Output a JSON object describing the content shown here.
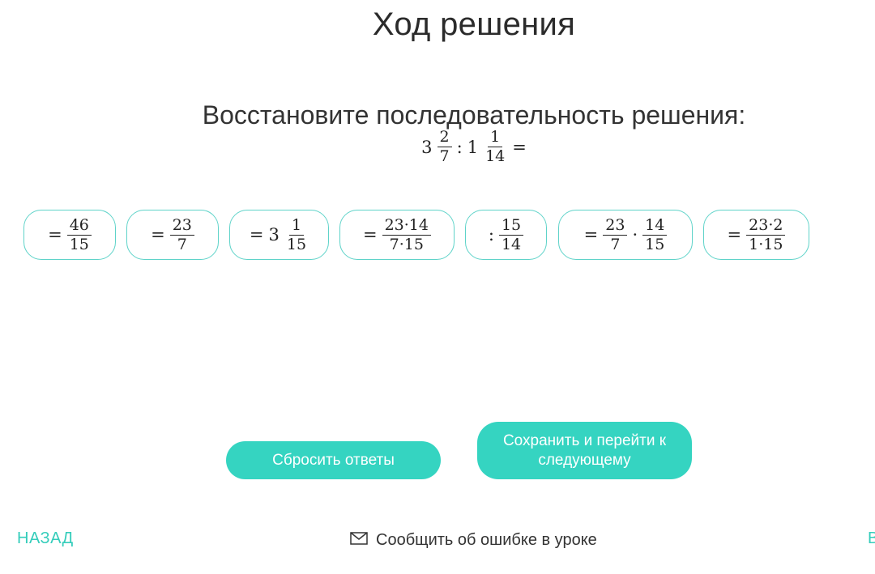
{
  "header": {
    "title": "Ход решения"
  },
  "task": {
    "instruction": "Восстановите последовательность решения:",
    "expression": {
      "whole1": "3",
      "num1": "2",
      "den1": "7",
      "op": ":",
      "whole2": "1",
      "num2": "1",
      "den2": "14",
      "equals": "="
    }
  },
  "chips": [
    {
      "prefix": "=",
      "num": "46",
      "den": "15"
    },
    {
      "prefix": "=",
      "num": "23",
      "den": "7"
    },
    {
      "prefix": "=",
      "whole": "3",
      "num": "1",
      "den": "15"
    },
    {
      "prefix": "=",
      "num": "23·14",
      "den": "7·15"
    },
    {
      "prefix": ":",
      "num": "15",
      "den": "14"
    },
    {
      "prefix": "=",
      "num": "23",
      "den": "7",
      "op": "·",
      "num2": "14",
      "den2": "15"
    },
    {
      "prefix": "=",
      "num": "23·2",
      "den": "1·15"
    }
  ],
  "buttons": {
    "reset": "Сбросить ответы",
    "save": "Сохранить и перейти к следующему"
  },
  "footer": {
    "back": "НАЗАД",
    "next": "ВПЕРЕД",
    "report": "Сообщить об ошибке в уроке",
    "report_icon": "envelope-icon"
  },
  "colors": {
    "accent": "#35d4c1",
    "chip_border": "#5fd3c9",
    "link": "#35cdbb"
  }
}
